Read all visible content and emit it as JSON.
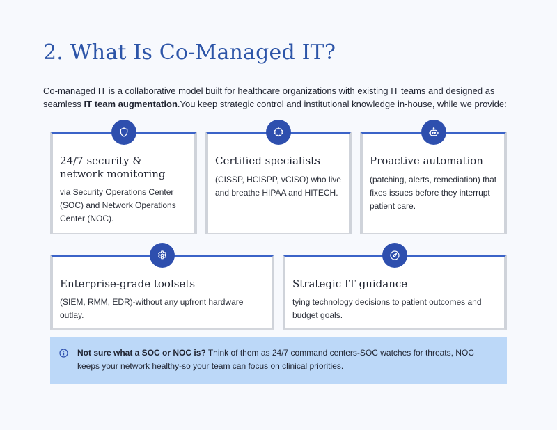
{
  "heading": "2. What Is Co-Managed IT?",
  "intro": {
    "text_before": "Co-managed IT is a collaborative model built for healthcare organizations with existing IT teams and designed as seamless ",
    "bold": "IT team augmentation",
    "text_after": ".You keep strategic control and institutional knowledge in-house, while we provide:"
  },
  "colors": {
    "heading": "#2d55a8",
    "accent": "#3b63c8",
    "badge": "#2e4fae",
    "note_bg": "#bcd8f8"
  },
  "cards": [
    {
      "icon": "shield-icon",
      "title": "24/7 security & network monitoring",
      "desc": "via Security Operations Center (SOC) and Network Operations Center (NOC)."
    },
    {
      "icon": "badge-seal-icon",
      "title": "Certified specialists",
      "desc": "(CISSP, HCISPP, vCISO) who live and breathe HIPAA and HITECH."
    },
    {
      "icon": "robot-icon",
      "title": "Proactive automation",
      "desc": "(patching, alerts, remediation) that fixes issues before they interrupt patient care."
    },
    {
      "icon": "gear-icon",
      "title": "Enterprise-grade toolsets",
      "desc": "(SIEM, RMM, EDR)-without any upfront hardware outlay."
    },
    {
      "icon": "compass-icon",
      "title": "Strategic IT guidance",
      "desc": "tying technology decisions to patient outcomes and budget goals."
    }
  ],
  "note": {
    "icon": "info-icon",
    "bold": "Not sure what a SOC or NOC is?",
    "text": " Think of them as 24/7 command centers-SOC watches for threats, NOC keeps your network healthy-so your team can focus on clinical priorities."
  }
}
